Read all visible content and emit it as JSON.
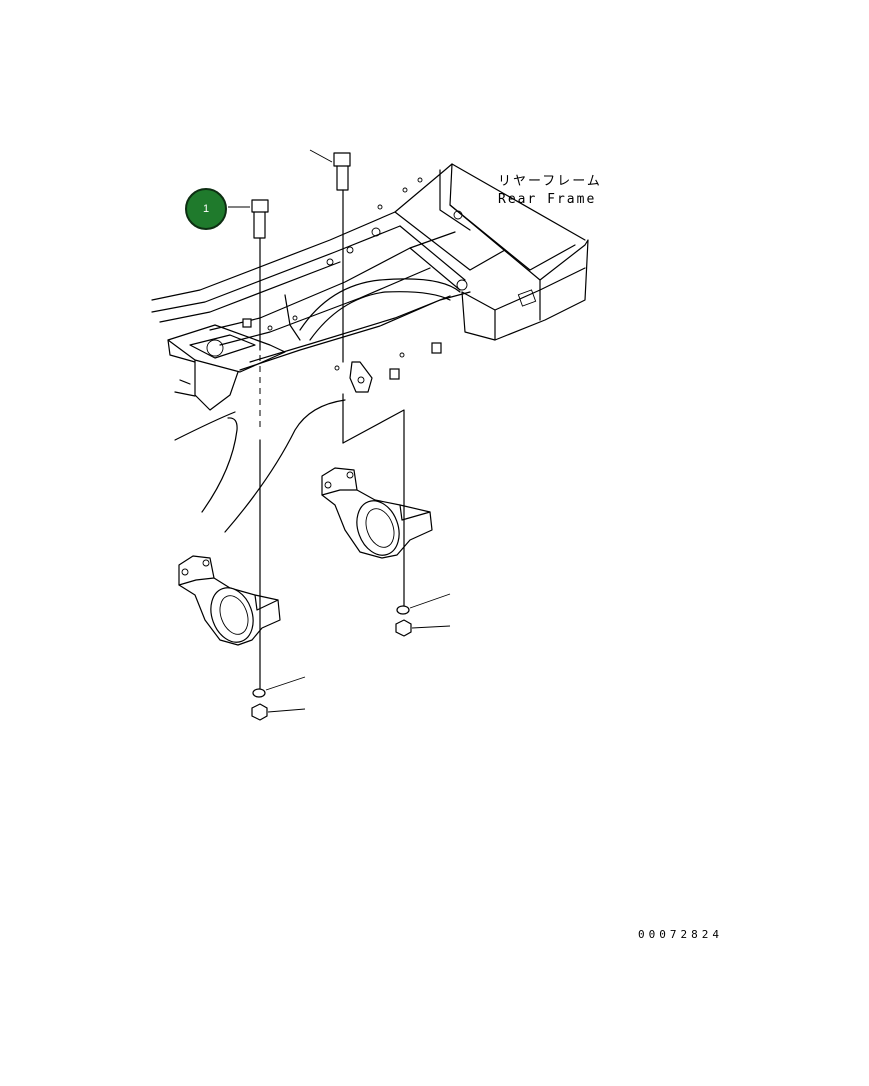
{
  "labels": {
    "part_name_jp": "リヤーフレーム",
    "part_name_en": "Rear Frame"
  },
  "callout": {
    "number": "1",
    "color": "#1f7a2c"
  },
  "drawing_number": "00072824"
}
